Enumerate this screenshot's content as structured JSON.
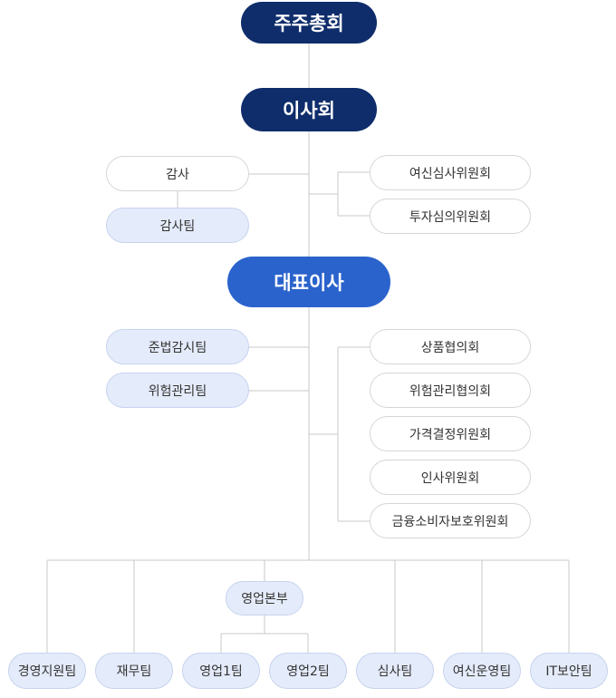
{
  "governance": {
    "shareholders": "주주총회",
    "board": "이사회",
    "auditor": "감사",
    "audit_team": "감사팀",
    "board_committees": [
      "여신심사위원회",
      "투자심의위원회"
    ]
  },
  "ceo": "대표이사",
  "ceo_teams": [
    "준법감시팀",
    "위험관리팀"
  ],
  "ceo_committees": [
    "상품협의회",
    "위험관리협의회",
    "가격결정위원회",
    "인사위원회",
    "금융소비자보호위원회"
  ],
  "sales_hq": {
    "name": "영업본부",
    "teams": [
      "영업1팀",
      "영업2팀"
    ]
  },
  "departments": {
    "management_support": "경영지원팀",
    "finance": "재무팀",
    "review": "심사팀",
    "loan_operations": "여신운영팀",
    "it_security": "IT보안팀"
  },
  "colors": {
    "navy": "#0f2d6b",
    "ceo_blue": "#2b63cc",
    "light_fill": "#e4ebfa",
    "outline": "#d6d6d6",
    "connector": "#c8c8c8"
  }
}
